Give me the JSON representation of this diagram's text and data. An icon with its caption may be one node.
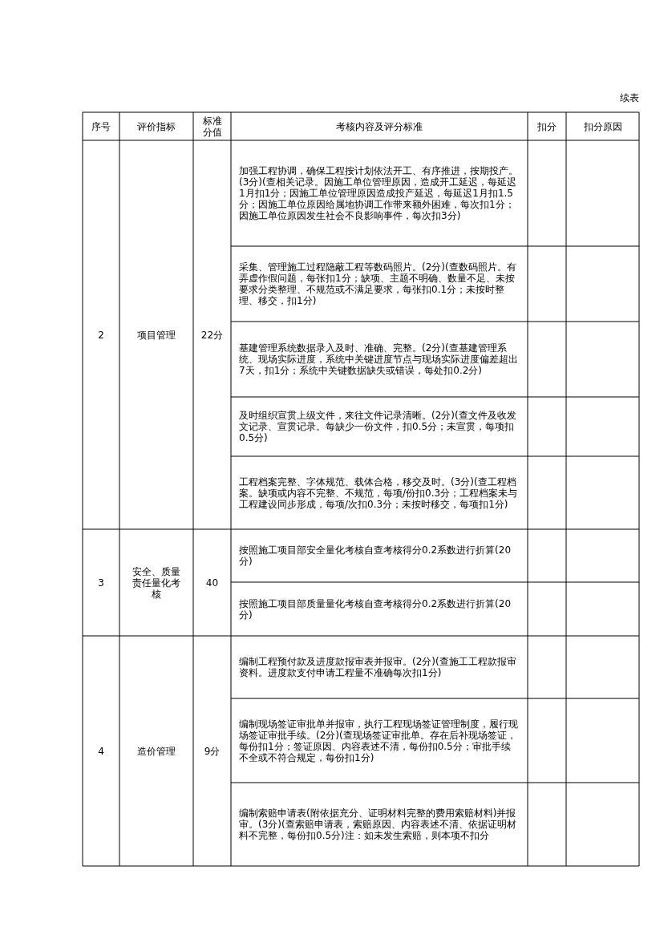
{
  "diagram": {
    "labels": [
      "续表",
      "序号",
      "评价指标",
      "标准分值",
      "考核内容及评分标准",
      "扣分",
      "扣分原因",
      "2",
      "项目管理",
      "22分",
      "加强工程协调，确保工程按计划依法开工、有序推进，按期投产。(3分)(查相关记录。因施工单位管理原因，造成开工延迟，每延迟1月扣1分；因施工单位管理原因造成投产延迟，每延迟1月扣1.5分；因施工单位原因给属地协调工作带来额外困难，每次扣1分；因施工单位原因发生社会不良影响事件，每次扣3分)",
      "采集、管理施工过程隐蔽工程等数码照片。(2分)(查数码照片。有弄虚作假问题，每张扣1分；缺项、主题不明确、数量不足、未按要求分类整理、不规范或不满足要求，每张扣0.1分；未按时整理、移交，扣1分)",
      "基建管理系统数据录入及时、准确、完整。(2分)(查基建管理系统、现场实际进度，系统中关键进度节点与现场实际进度偏差超出7天，扣1分；系统中关键数据缺失或错误，每处扣0.2分)",
      "及时组织宣贯上级文件，来往文件记录清晰。(2分)(查文件及收发文记录、宣贯记录。每缺少一份文件，扣0.5分；未宣贯，每项扣0.5分)",
      "工程档案完整、字体规范、载体合格，移交及时。(3分)(查工程档案。缺项或内容不完整、不规范，每项/份扣0.3分；工程档案未与工程建设同步形成，每项/次扣0.3分；未按时移交，每项扣1分)",
      "3",
      "安全、质量责任量化考核",
      "40",
      "按照施工项目部安全量化考核自查考核得分0.2系数进行折算(20分)",
      "按照施工项目部质量量化考核自查考核得分0.2系数进行折算(20分)",
      "4",
      "造价管理",
      "9分",
      "编制工程预付款及进度款报审表并报审。(2分)(查施工工程款报审资料。进度款支付申请工程量不准确每次扣1分)",
      "编制现场签证审批单并报审，执行工程现场签证管理制度，履行现场签证审批手续。(2分)(查现场签证审批单。存在后补现场签证，每份扣1分；签证原因、内容表述不清，每份扣0.5分；审批手续不全或不符合规定，每份扣1分)",
      "编制索赔申请表(附依据充分、证明材料完整的费用索赔材料)并报审。(3分)(查索赔申请表，索赔原因、内容表述不清、依据证明材料不完整，每份扣0.5分)注：如未发生索赔，则本项不扣分"
    ]
  }
}
